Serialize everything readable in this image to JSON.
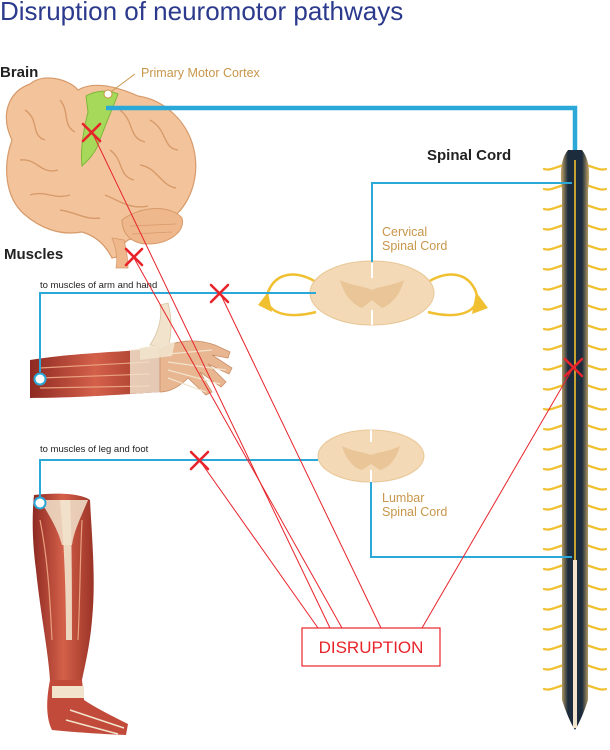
{
  "title": "Disruption of neuromotor pathways",
  "labels": {
    "brain": "Brain",
    "primary_motor_cortex": "Primary Motor Cortex",
    "spinal_cord": "Spinal Cord",
    "muscles": "Muscles",
    "cervical_line1": "Cervical",
    "cervical_line2": "Spinal Cord",
    "lumbar_line1": "Lumbar",
    "lumbar_line2": "Spinal Cord",
    "arm_hand": "to muscles of arm and hand",
    "leg_foot": "to muscles of leg and foot",
    "disruption": "DISRUPTION"
  },
  "colors": {
    "pathway": "#2aa8d8",
    "disruption": "#e8242b",
    "brain": "#f3c49b",
    "brain_outline": "#d79a6a",
    "motor_cortex": "#a6d85a",
    "nerve": "#f0c030",
    "cord_dark": "#1c2c3c",
    "muscle": "#c24a3a",
    "tendon": "#f1e3cc",
    "title": "#2b3a8c"
  }
}
